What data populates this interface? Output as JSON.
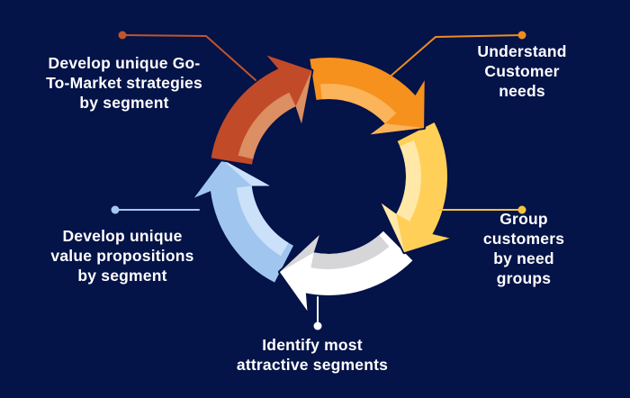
{
  "diagram_title": "customer-segmentation-cycle",
  "background_color": "#041348",
  "text_color": "#FFFFFF",
  "steps": [
    {
      "label": "Understand\nCustomer needs",
      "arrow_main": "#F6911D",
      "arrow_accent": "#FBB45A",
      "connector_color": "#ED8C1E"
    },
    {
      "label": "Group customers\nby need groups",
      "arrow_main": "#FFCF58",
      "arrow_accent": "#FFE8A8",
      "connector_color": "#F6C23E"
    },
    {
      "label": "Identify most\nattractive segments",
      "arrow_main": "#FFFFFF",
      "arrow_accent": "#D6D6D8",
      "connector_color": "#FFFFFF"
    },
    {
      "label": "Develop unique\nvalue propositions\nby segment",
      "arrow_main": "#A0C6F0",
      "arrow_accent": "#CBE1F9",
      "connector_color": "#A3C8F0"
    },
    {
      "label": "Develop unique Go-\nTo-Market strategies\nby segment",
      "arrow_main": "#C14A29",
      "arrow_accent": "#DB8F63",
      "connector_color": "#C2542A"
    }
  ]
}
